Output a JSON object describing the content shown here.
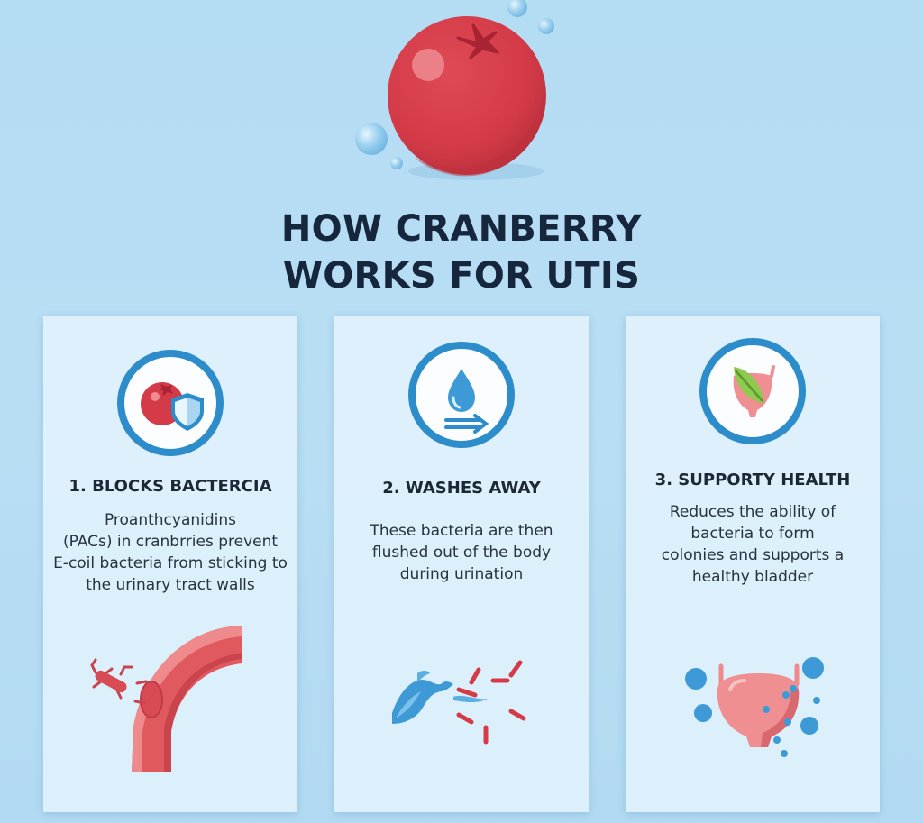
{
  "header": {
    "title_line1": "HOW CRANBERRY",
    "title_line2": "WORKS FOR UTIS"
  },
  "cards": [
    {
      "icon": "cranberry-shield-icon",
      "heading": "1. BLOCKS BACTERCIA",
      "lines": [
        "Proanthcyanidins",
        "(PACs) in cranbrries prevent",
        "E-coil bacteria from sticking to",
        "the urinary tract walls"
      ],
      "illustration": "bacterium-attaching-urinary-tract-wall"
    },
    {
      "icon": "water-drop-flow-icon",
      "heading": "2. WASHES AWAY",
      "lines": [
        "These bacteria are then",
        "flushed out of the body",
        "during urination"
      ],
      "illustration": "water-flushing-bacteria"
    },
    {
      "icon": "bladder-leaf-icon",
      "heading": "3. SUPPORTY HEALTH",
      "lines": [
        "Reduces the ability of",
        "bacteria to form",
        "colonies and supports a",
        "healthy bladder"
      ],
      "illustration": "healthy-bladder-bubbles"
    }
  ],
  "colors": {
    "background": "#b6dcf3",
    "card": "#dcf0fc",
    "ring": "#2d8dcb",
    "cranberry": "#d43a47",
    "title": "#16263d"
  }
}
